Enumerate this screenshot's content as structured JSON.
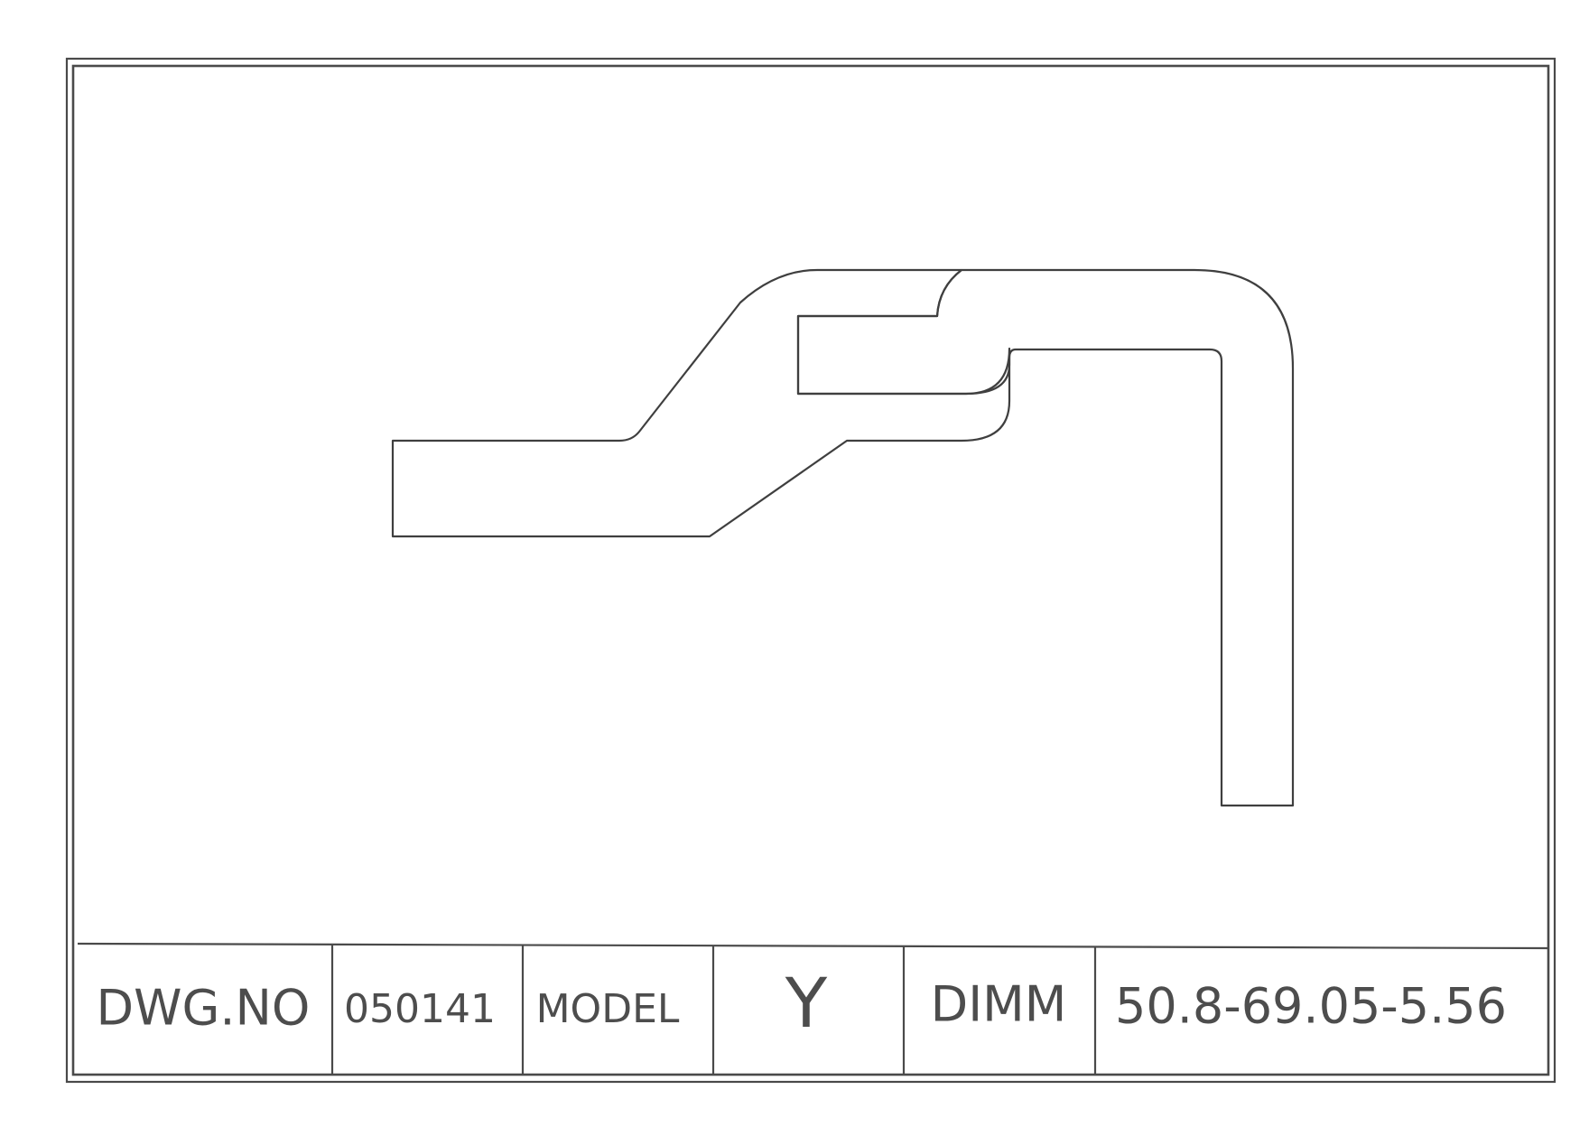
{
  "title_block": {
    "cells": [
      {
        "name": "dwg-no-label",
        "text": "DWG.NO"
      },
      {
        "name": "dwg-no-value",
        "text": "050141"
      },
      {
        "name": "model-label",
        "text": "MODEL"
      },
      {
        "name": "model-value",
        "text": "Y"
      },
      {
        "name": "dimm-label",
        "text": "DIMM"
      },
      {
        "name": "dimm-value",
        "text": "50.8-69.05-5.56"
      }
    ]
  },
  "colors": {
    "line": "#3f3f3f",
    "text": "#4d4d4d",
    "background": "#ffffff"
  }
}
